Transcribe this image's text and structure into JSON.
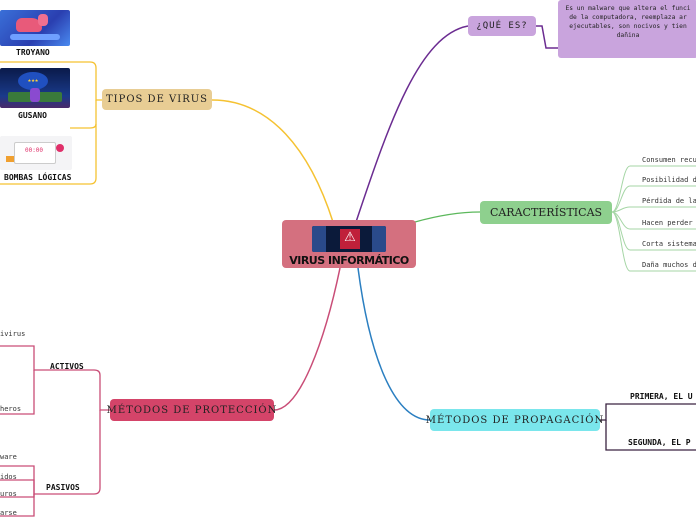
{
  "central": {
    "title": "VIRUS INFORMÁTICO"
  },
  "branches": {
    "que_es": {
      "label": "¿QUÉ ES?",
      "description": "Es un malware que altera el funcionamiento de la computadora, reemplaza archivos ejecutables, son nocivos y tienen carga dañina",
      "desc_lines": [
        "Es un malware que altera el funci",
        "de la computadora, reemplaza ar",
        "ejecutables, son nocivos y tien",
        "dañina"
      ]
    },
    "caracteristicas": {
      "label": "CARACTERÍSTICAS",
      "items": [
        "Consumen recu",
        "Posibilidad d",
        "Pérdida de la",
        "Hacen perder t",
        "Corta sistema",
        "Daña muchos d"
      ]
    },
    "tipos": {
      "label": "TIPOS DE VIRUS",
      "items": [
        {
          "label": "TROYANO"
        },
        {
          "label": "GUSANO"
        },
        {
          "label": "BOMBAS LÓGICAS"
        }
      ]
    },
    "propagacion": {
      "label": "MÉTODOS DE PROPAGACIÓN",
      "items": [
        "PRIMERA, EL U",
        "SEGUNDA, EL P"
      ]
    },
    "proteccion": {
      "label": "MÉTODOS DE PROTECCIÓN",
      "activos": {
        "label": "ACTIVOS",
        "items": [
          "ivirus",
          "heros"
        ]
      },
      "pasivos": {
        "label": "PASIVOS",
        "items": [
          "ware",
          "idos",
          "uros",
          "arse"
        ]
      }
    }
  },
  "colors": {
    "central": "#d4707f",
    "que_es": "#c9a4dd",
    "caracteristicas": "#8ed08e",
    "tipos": "#e8cd94",
    "propagacion": "#7ae6ec",
    "proteccion": "#d44469",
    "wire_que_es": "#6b2c91",
    "wire_car": "#5cb85c",
    "wire_tipos": "#f5c232",
    "wire_prop": "#2b7fc1",
    "wire_prot": "#c94d77"
  }
}
